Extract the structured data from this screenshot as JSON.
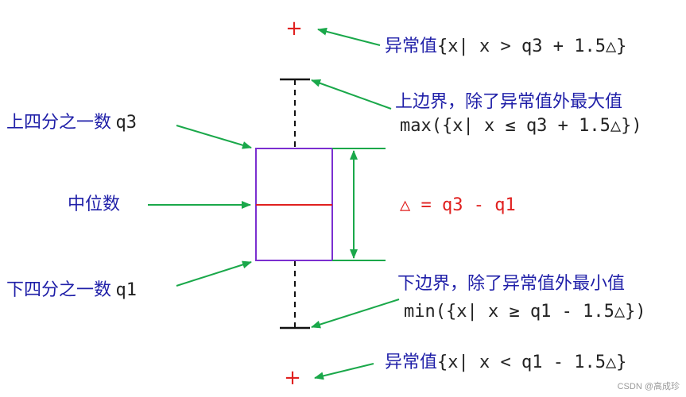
{
  "labels": {
    "q3": "上四分之一数",
    "q3_var": "q3",
    "median": "中位数",
    "q1": "下四分之一数",
    "q1_var": "q1",
    "outlier_top_title": "异常值",
    "outlier_top_formula": "{x| x > q3 + 1.5△}",
    "upper_bound_title": "上边界，除了异常值外最大值",
    "upper_bound_formula": "max({x| x ≤ q3 + 1.5△})",
    "iqr_formula": "△ = q3 - q1",
    "lower_bound_title": "下边界，除了异常值外最小值",
    "lower_bound_formula": "min({x| x ≥ q1 - 1.5△})",
    "outlier_bottom_title": "异常值",
    "outlier_bottom_formula": "{x| x < q1 - 1.5△}"
  },
  "markers": {
    "outlier": "+"
  },
  "watermark": "CSDN @高成珍",
  "colors": {
    "box": "#7b2fd0",
    "median": "#e0201f",
    "arrow": "#1aa84a",
    "whisker": "#111111",
    "label_blue": "#1f1fa8",
    "outlier": "#e0201f"
  }
}
